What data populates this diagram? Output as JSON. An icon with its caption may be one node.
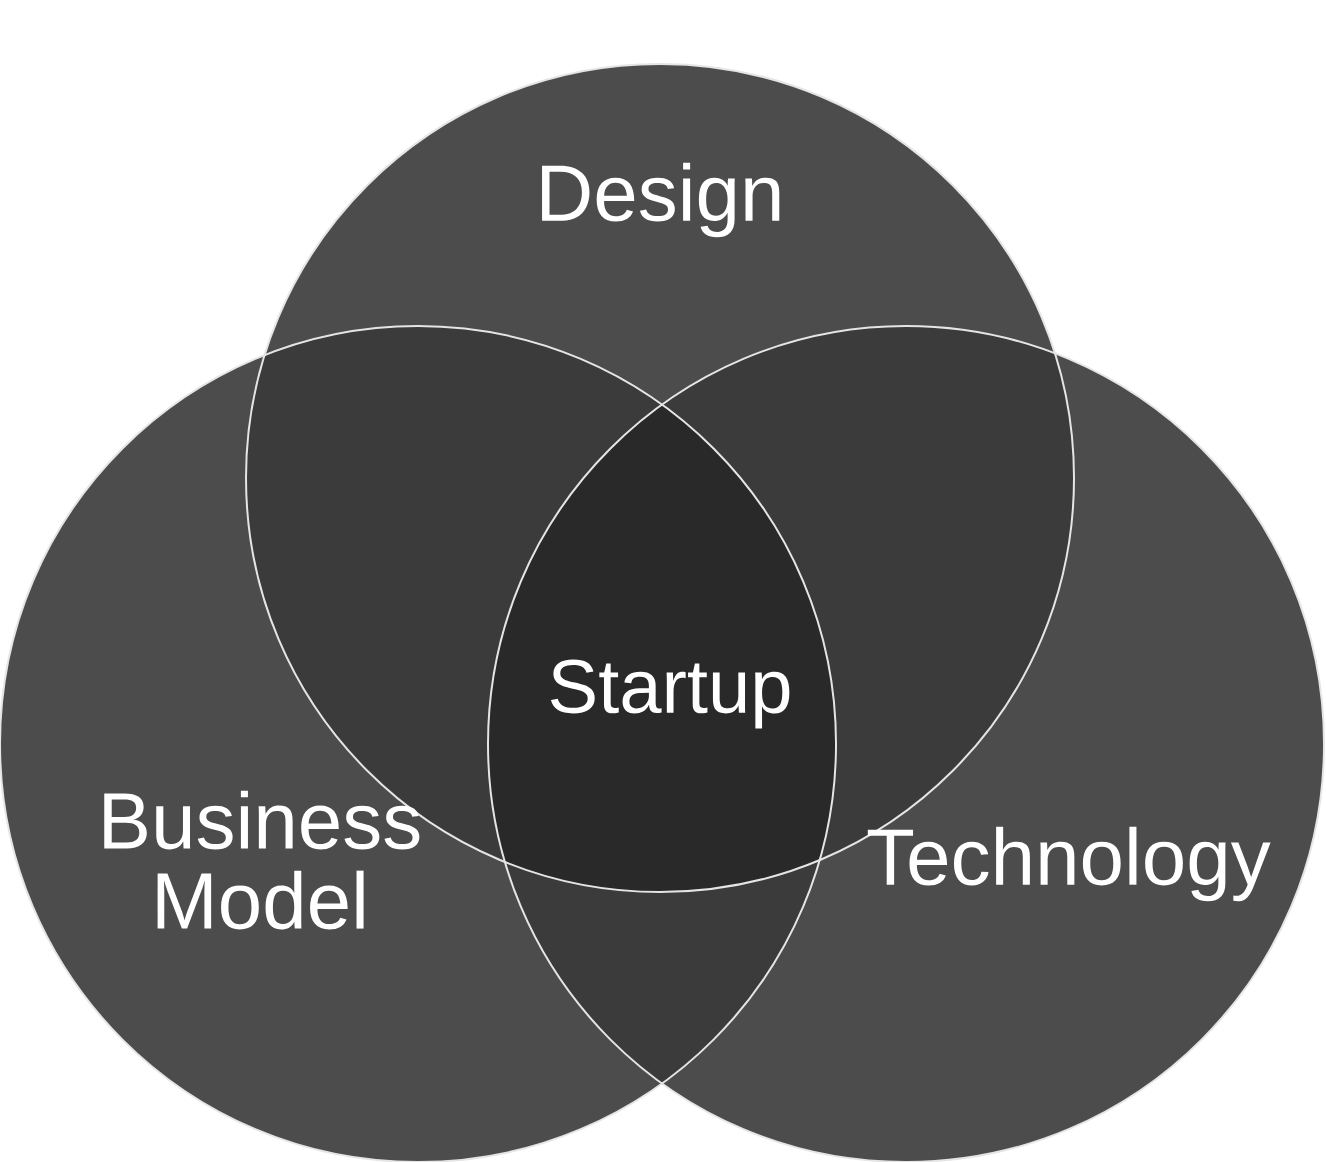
{
  "diagram": {
    "nodes": [
      {
        "text": [
          "Design"
        ]
      },
      {
        "text": [
          "Business Model"
        ]
      },
      {
        "text": [
          "Technology"
        ]
      }
    ],
    "labels": [
      "Startup"
    ]
  }
}
